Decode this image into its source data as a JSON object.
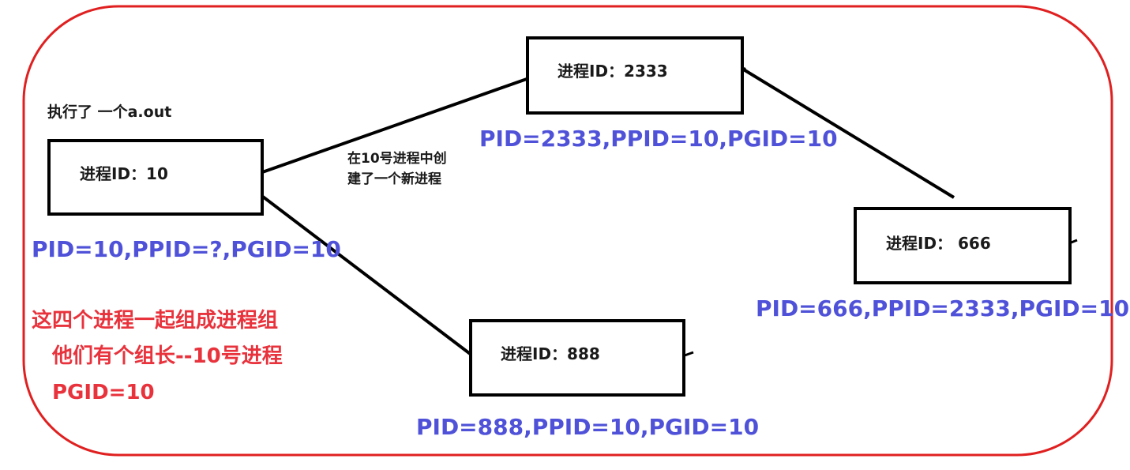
{
  "header_note": "执行了 一个a.out",
  "edge_note": [
    "在10号进程中创",
    "建了一个新进程"
  ],
  "processes": [
    {
      "label": "进程ID：10",
      "info": "PID=10,PPID=?,PGID=10"
    },
    {
      "label": "进程ID：2333",
      "info": "PID=2333,PPID=10,PGID=10"
    },
    {
      "label": "进程ID：888",
      "info": "PID=888,PPID=10,PGID=10"
    },
    {
      "label": "进程ID： 666",
      "info": "PID=666,PPID=2333,PGID=10"
    }
  ],
  "group_summary": [
    "这四个进程一起组成进程组",
    "他们有个组长--10号进程",
    "PGID=10"
  ],
  "colors": {
    "frame": "#e02020",
    "info_text": "#4f52d8",
    "summary_text": "#e8323c",
    "lines": "#000000"
  }
}
